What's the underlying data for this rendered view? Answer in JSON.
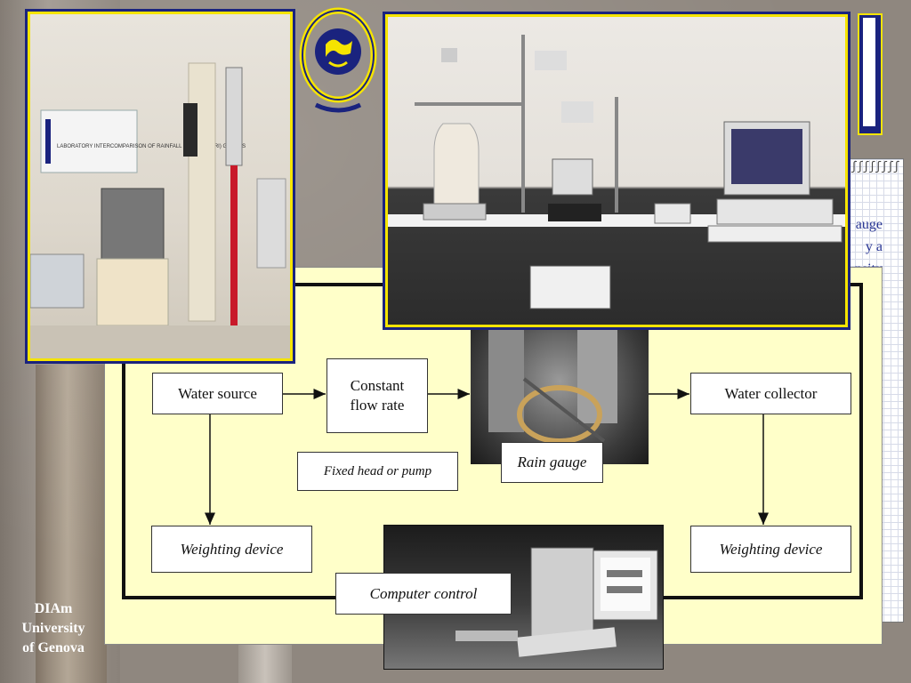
{
  "diagram": {
    "nodes": {
      "water_source": "Water source",
      "constant_flow": "Constant\nflow rate",
      "fixed_head": "Fixed head or pump",
      "rain_gauge": "Rain gauge",
      "water_collector": "Water collector",
      "weighting_left": "Weighting device",
      "weighting_right": "Weighting device",
      "computer_control": "Computer control"
    }
  },
  "footer": {
    "line1": "DIAm",
    "line2": "University",
    "line3": "of Genova"
  },
  "notepad": {
    "fragments": [
      "auge",
      "y a",
      "nsity"
    ]
  },
  "colors": {
    "panel": "#ffffc9",
    "frame_yellow": "#f5e400",
    "frame_blue": "#1a237e",
    "notepad_text": "#283593"
  },
  "photos": {
    "lab_poster_text": "LABORATORY INTERCOMPARISON OF RAINFALL INTENSITY (RI) GAUGES"
  }
}
